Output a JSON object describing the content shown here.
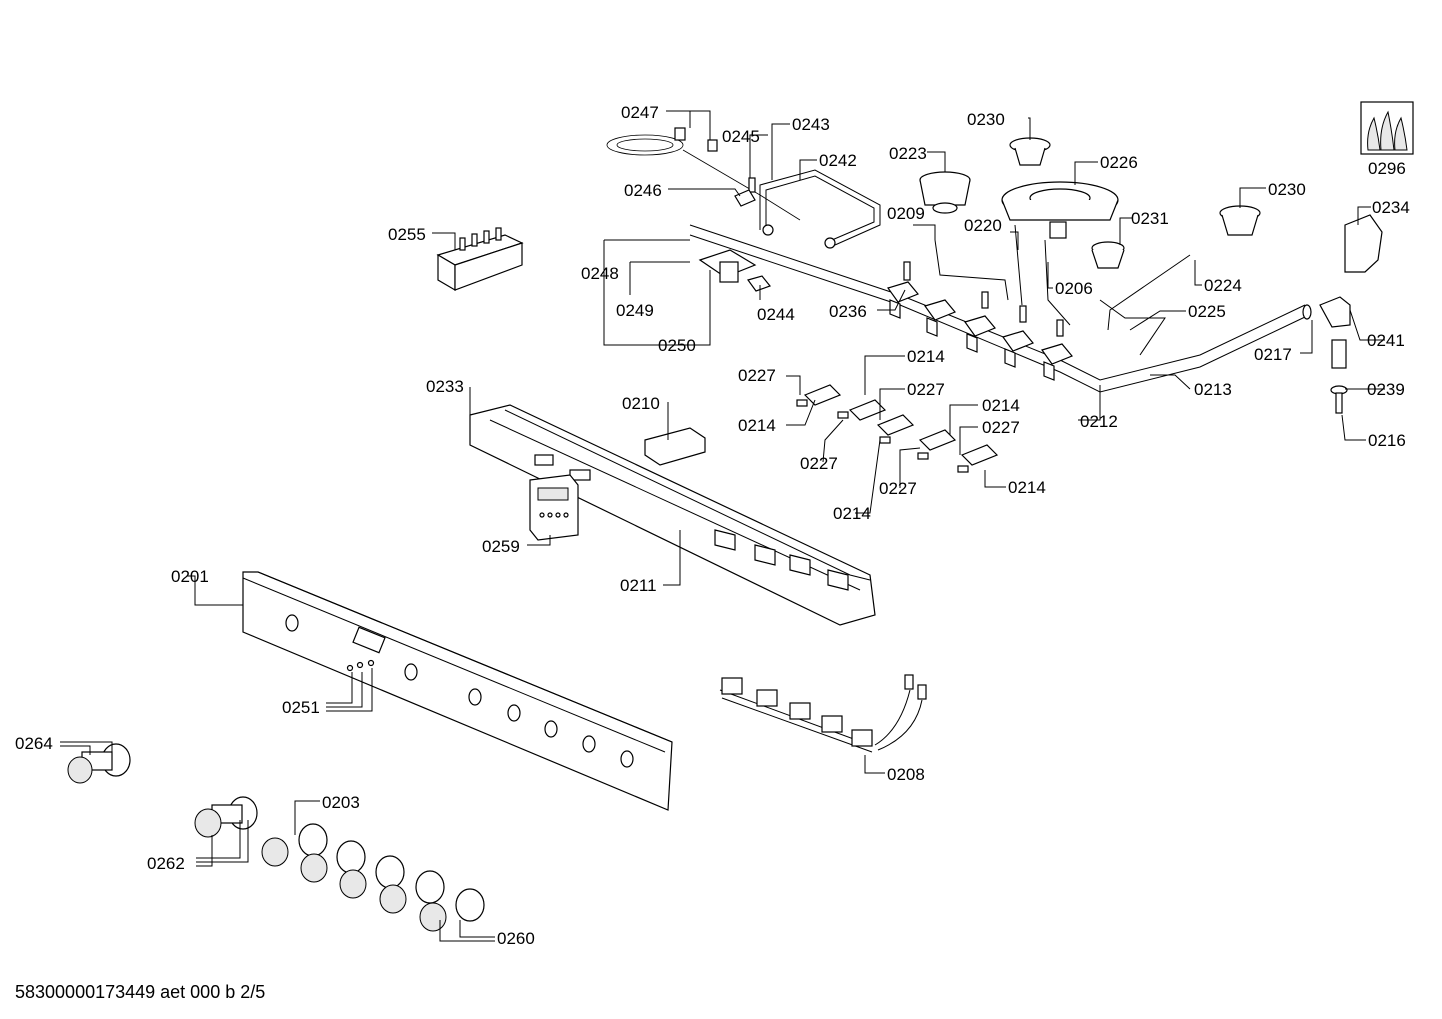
{
  "labels": {
    "l0247": "0247",
    "l0245": "0245",
    "l0243": "0243",
    "l0242": "0242",
    "l0246": "0246",
    "l0255": "0255",
    "l0248": "0248",
    "l0249": "0249",
    "l0250": "0250",
    "l0244": "0244",
    "l0230a": "0230",
    "l0223": "0223",
    "l0226": "0226",
    "l0230b": "0230",
    "l0209": "0209",
    "l0220": "0220",
    "l0231": "0231",
    "l0224": "0224",
    "l0206": "0206",
    "l0236": "0236",
    "l0225": "0225",
    "l0234": "0234",
    "l0296": "0296",
    "l0241": "0241",
    "l0217": "0217",
    "l0239": "0239",
    "l0213": "0213",
    "l0216": "0216",
    "l0212": "0212",
    "l0214a": "0214",
    "l0227a": "0227",
    "l0227b": "0227",
    "l0214b": "0214",
    "l0214c": "0214",
    "l0227c": "0227",
    "l0227d": "0227",
    "l0227e": "0227",
    "l0214d": "0214",
    "l0214e": "0214",
    "l0233": "0233",
    "l0210": "0210",
    "l0259": "0259",
    "l0211": "0211",
    "l0201": "0201",
    "l0251": "0251",
    "l0264": "0264",
    "l0203": "0203",
    "l0208": "0208",
    "l0262": "0262",
    "l0260": "0260"
  },
  "footer": "58300000173449 aet 000 b 2/5"
}
